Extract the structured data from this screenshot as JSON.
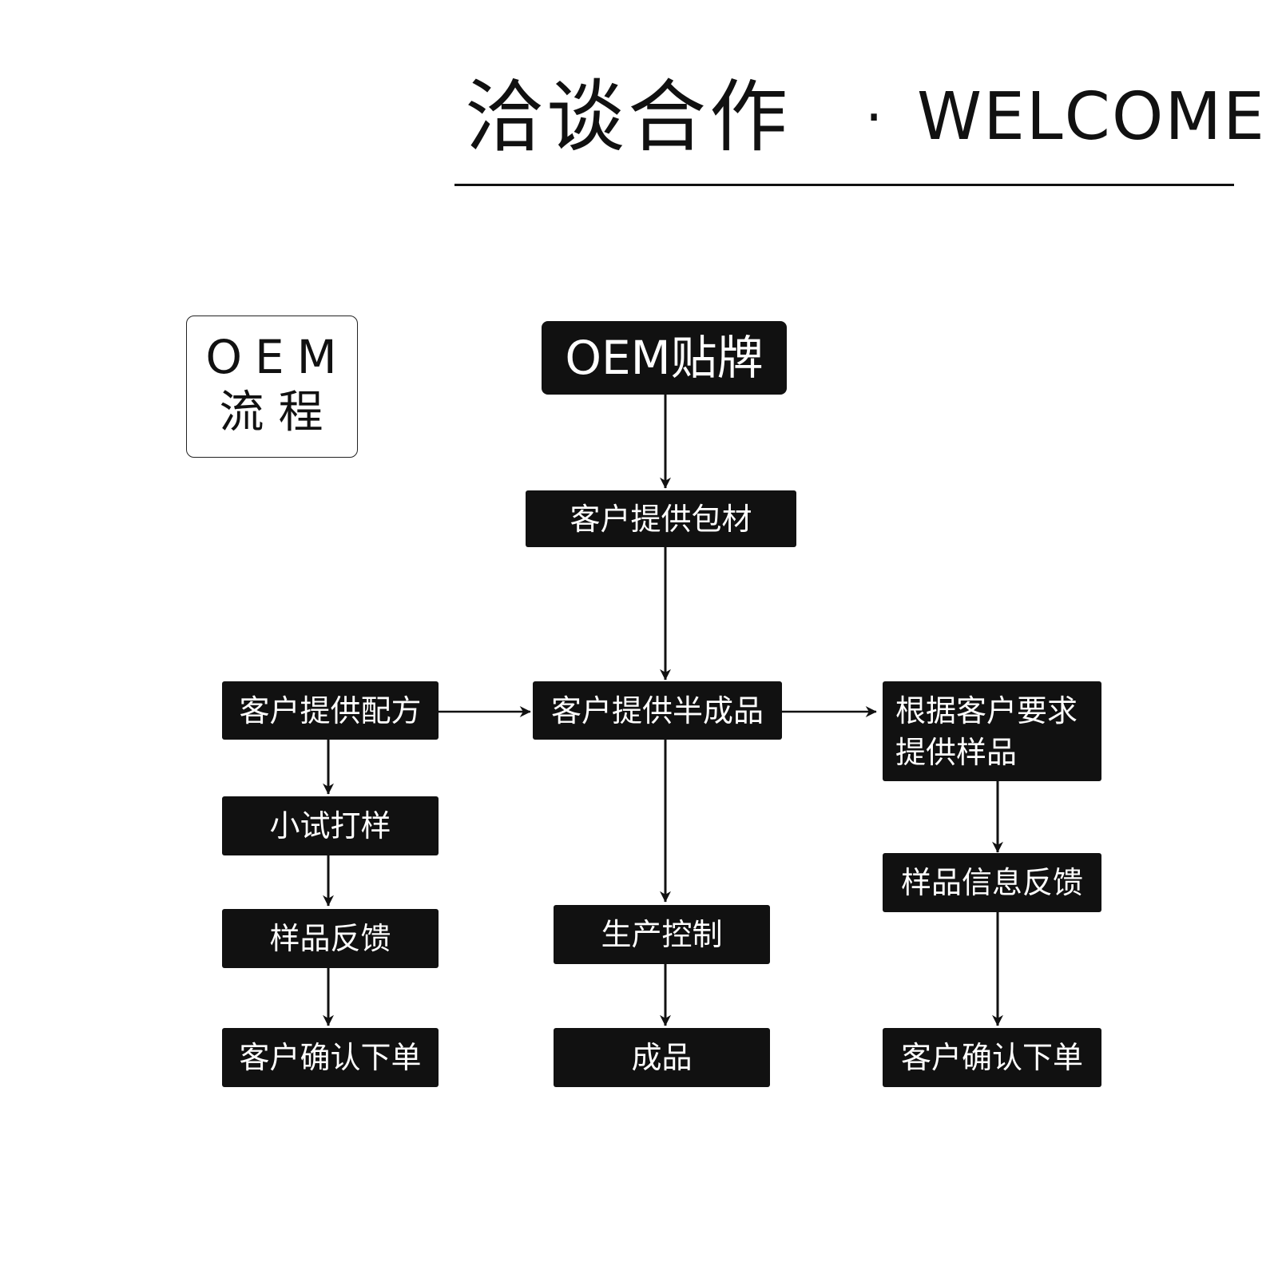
{
  "header": {
    "title": "洽谈合作",
    "dot": "·",
    "subtitle": "WELCOME"
  },
  "label_box": {
    "line1": "OEM",
    "line2": "流程"
  },
  "nodes": {
    "oem_brand": "OEM贴牌",
    "client_packaging": "客户提供包材",
    "client_formula": "客户提供配方",
    "client_semi": "客户提供半成品",
    "custom_sample": "根据客户要求提供样品",
    "small_trial": "小试打样",
    "sample_feedback_left": "样品反馈",
    "confirm_order_left": "客户确认下单",
    "production_control": "生产控制",
    "finished": "成品",
    "sample_info_feedback": "样品信息反馈",
    "confirm_order_right": "客户确认下单"
  },
  "colors": {
    "box_fill": "#111111",
    "box_text": "#ffffff",
    "line": "#111111"
  }
}
